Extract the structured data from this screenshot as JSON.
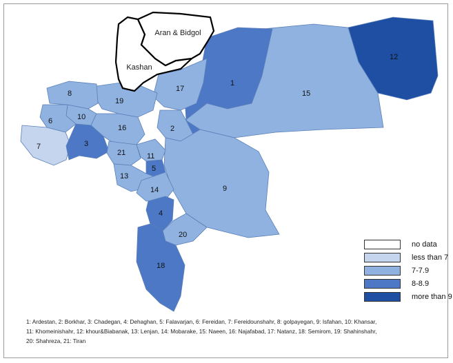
{
  "colors": {
    "no_data": "#ffffff",
    "less_than_7": "#c6d5ee",
    "7_to_7_9": "#8fb2e0",
    "8_to_8_9": "#4d78c6",
    "more_than_9": "#1f4fa3",
    "border": "#5a7fb8"
  },
  "map": {
    "labels": {
      "aran_bidgol": "Aran & Bidgol",
      "kashan": "Kashan",
      "r1": "1",
      "r2": "2",
      "r3": "3",
      "r4": "4",
      "r5": "5",
      "r6": "6",
      "r7": "7",
      "r8": "8",
      "r9": "9",
      "r10": "10",
      "r11": "11",
      "r12": "12",
      "r13": "13",
      "r14": "14",
      "r15": "15",
      "r16": "16",
      "r17": "17",
      "r18": "18",
      "r19": "19",
      "r20": "20",
      "r21": "21"
    }
  },
  "legend": {
    "items": [
      {
        "label": "no data",
        "color": "#ffffff"
      },
      {
        "label": "less than 7",
        "color": "#c6d5ee"
      },
      {
        "label": "7-7.9",
        "color": "#8fb2e0"
      },
      {
        "label": "8-8.9",
        "color": "#4d78c6"
      },
      {
        "label": "more than 9",
        "color": "#1f4fa3"
      }
    ]
  },
  "caption": {
    "line1": "1: Ardestan, 2: Borkhar, 3: Chadegan, 4: Dehaghan, 5: Falavarjan, 6: Fereidan, 7: Fereidounshahr, 8: golpayegan, 9: Isfahan, 10: Khansar,",
    "line2": "11: Khomeinishahr, 12: khour&Biabanak, 13: Lenjan, 14: Mobarake, 15: Naeen, 16: Najafabad, 17: Natanz, 18: Semirom, 19: Shahinshahr,",
    "line3": "20: Shahreza, 21: Tiran"
  }
}
